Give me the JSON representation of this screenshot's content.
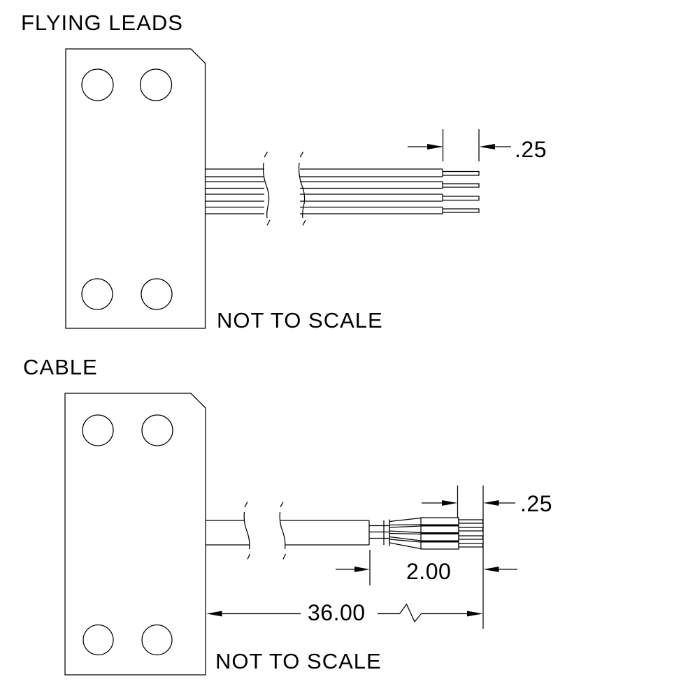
{
  "drawing": {
    "paper_color": "#ffffff",
    "ink_color": "#000000"
  },
  "flying_leads_view": {
    "title": "FLYING LEADS",
    "scale_note": "NOT TO SCALE",
    "dimensions": {
      "lead_strip_length": ".25"
    }
  },
  "cable_view": {
    "title": "CABLE",
    "scale_note": "NOT TO SCALE",
    "dimensions": {
      "wire_strip_length": ".25",
      "breakout_length": "2.00",
      "cable_length": "36.00"
    }
  }
}
